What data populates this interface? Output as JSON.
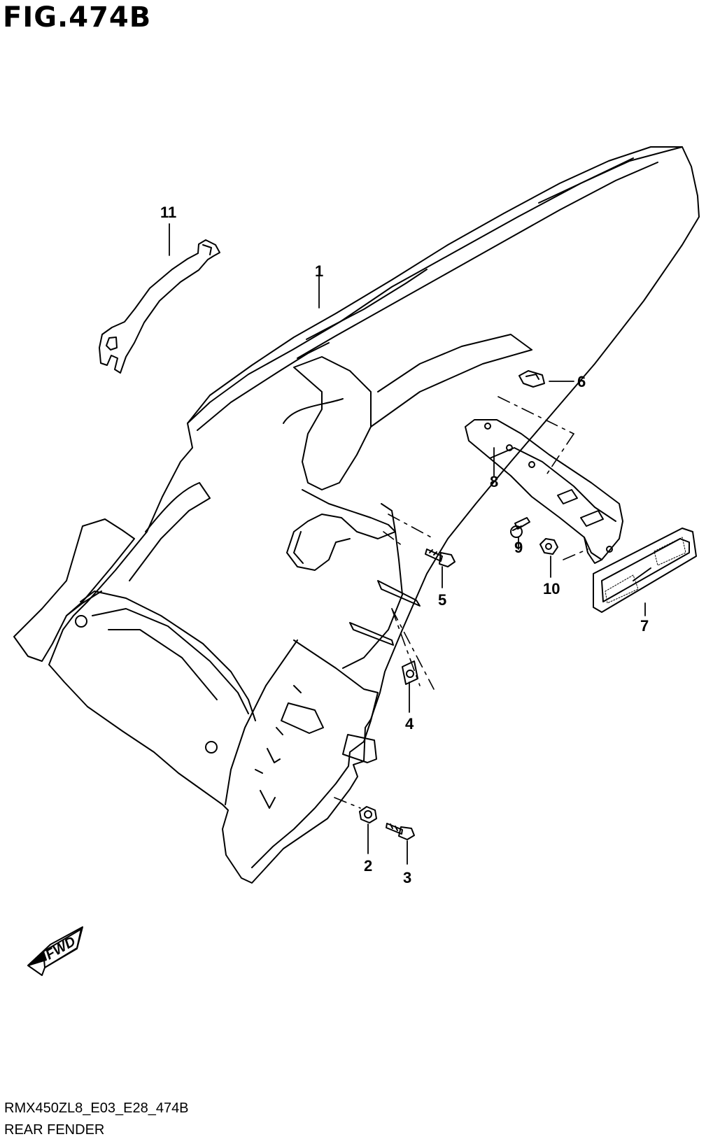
{
  "figure": {
    "title": "FIG.474B"
  },
  "footer": {
    "model_code": "RMX450ZL8_E03_E28_474B",
    "section_name": "REAR FENDER"
  },
  "direction_marker": {
    "label": "FWD",
    "icon": "forward-arrow-icon"
  },
  "callouts": [
    {
      "id": "callout-1",
      "label": "1"
    },
    {
      "id": "callout-2",
      "label": "2"
    },
    {
      "id": "callout-3",
      "label": "3"
    },
    {
      "id": "callout-4",
      "label": "4"
    },
    {
      "id": "callout-5",
      "label": "5"
    },
    {
      "id": "callout-6",
      "label": "6"
    },
    {
      "id": "callout-7",
      "label": "7"
    },
    {
      "id": "callout-8",
      "label": "8"
    },
    {
      "id": "callout-9",
      "label": "9"
    },
    {
      "id": "callout-10",
      "label": "10"
    },
    {
      "id": "callout-11",
      "label": "11"
    }
  ]
}
